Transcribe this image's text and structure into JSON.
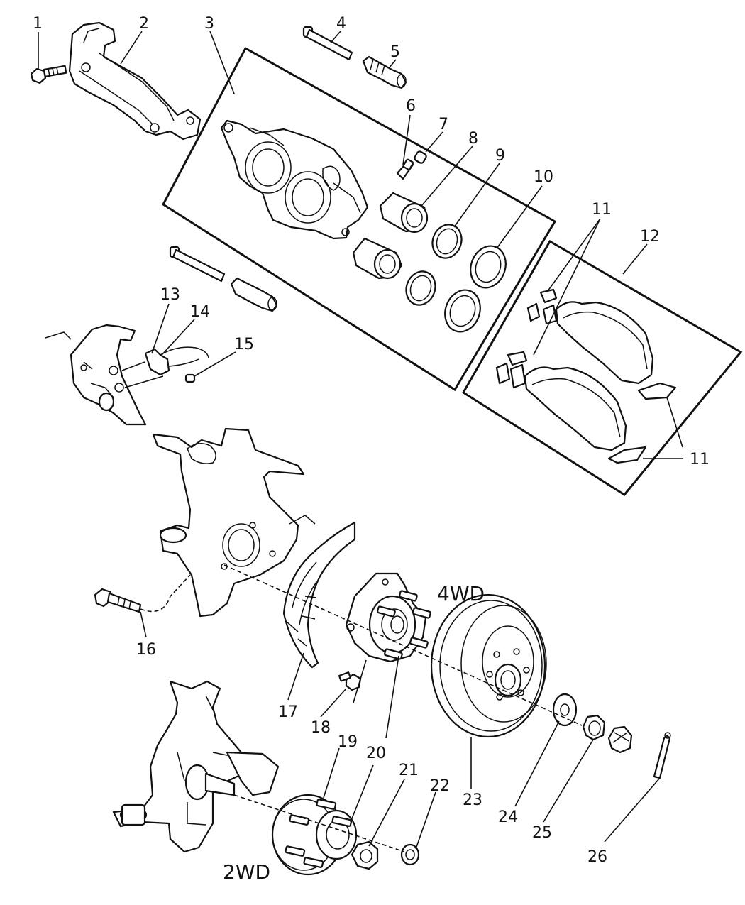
{
  "diagram": {
    "callouts": [
      "1",
      "2",
      "3",
      "4",
      "5",
      "6",
      "7",
      "8",
      "9",
      "10",
      "11",
      "12",
      "13",
      "14",
      "15",
      "16",
      "17",
      "18",
      "19",
      "20",
      "21",
      "22",
      "23",
      "24",
      "25",
      "26"
    ],
    "repeat_callouts": {
      "pad_clip_upper": "11",
      "pad_clip_lower": "11",
      "hub_2wd": "19",
      "stud_2wd": "20"
    },
    "variant_labels": {
      "four_wd": "4WD",
      "two_wd": "2WD"
    },
    "parts": [
      {
        "id": "1",
        "name": "caliper-bolt"
      },
      {
        "id": "2",
        "name": "caliper-adapter"
      },
      {
        "id": "3",
        "name": "caliper-kit-box"
      },
      {
        "id": "4",
        "name": "guide-pin"
      },
      {
        "id": "5",
        "name": "pin-bushing"
      },
      {
        "id": "6",
        "name": "bleeder-screw"
      },
      {
        "id": "7",
        "name": "bleeder-cap"
      },
      {
        "id": "8",
        "name": "piston"
      },
      {
        "id": "9",
        "name": "piston-seal"
      },
      {
        "id": "10",
        "name": "dust-boot"
      },
      {
        "id": "11",
        "name": "pad-clip"
      },
      {
        "id": "12",
        "name": "brake-pad-kit-box"
      },
      {
        "id": "13",
        "name": "sensor-bracket"
      },
      {
        "id": "14",
        "name": "wheel-speed-sensor"
      },
      {
        "id": "15",
        "name": "sensor-bolt"
      },
      {
        "id": "16",
        "name": "knuckle-bolt"
      },
      {
        "id": "17",
        "name": "disc-brake-shield"
      },
      {
        "id": "18",
        "name": "shield-bolt"
      },
      {
        "id": "19",
        "name": "hub-and-bearing"
      },
      {
        "id": "20",
        "name": "wheel-stud"
      },
      {
        "id": "21",
        "name": "hub-nut"
      },
      {
        "id": "22",
        "name": "grease-cap"
      },
      {
        "id": "23",
        "name": "brake-rotor"
      },
      {
        "id": "24",
        "name": "washer"
      },
      {
        "id": "25",
        "name": "hub-nut-4wd"
      },
      {
        "id": "26",
        "name": "cotter-pin"
      }
    ]
  }
}
